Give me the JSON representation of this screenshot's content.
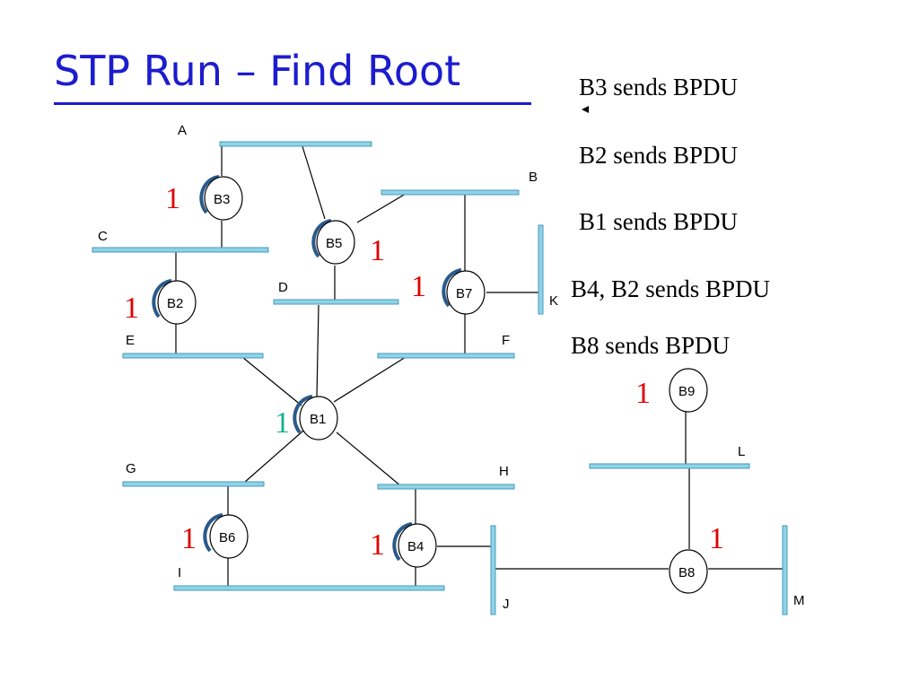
{
  "title": "STP Run – Find Root",
  "colors": {
    "title": "#1c1ccf",
    "lan": "#8fd3e8",
    "lan_edge": "#4a9ab8",
    "root_id": "#e00000",
    "root_id_b1": "#10b090",
    "bridge_shadow": "#2a5a8a"
  },
  "steps": [
    "B3  sends BPDU",
    "B2  sends BPDU",
    "B1  sends BPDU",
    "B4, B2  sends BPDU",
    "B8  sends BPDU"
  ],
  "lans": {
    "A": "A",
    "B": "B",
    "C": "C",
    "D": "D",
    "E": "E",
    "F": "F",
    "G": "G",
    "H": "H",
    "I": "I",
    "J": "J",
    "K": "K",
    "L": "L",
    "M": "M"
  },
  "bridges": {
    "B1": "B1",
    "B2": "B2",
    "B3": "B3",
    "B4": "B4",
    "B5": "B5",
    "B6": "B6",
    "B7": "B7",
    "B8": "B8",
    "B9": "B9"
  },
  "root_ids": {
    "B1": "1",
    "B2": "1",
    "B3": "1",
    "B4": "1",
    "B5": "1",
    "B6": "1",
    "B7": "1",
    "B8": "1",
    "B9": "1"
  },
  "pointer_icon": "small-left-arrow-icon"
}
